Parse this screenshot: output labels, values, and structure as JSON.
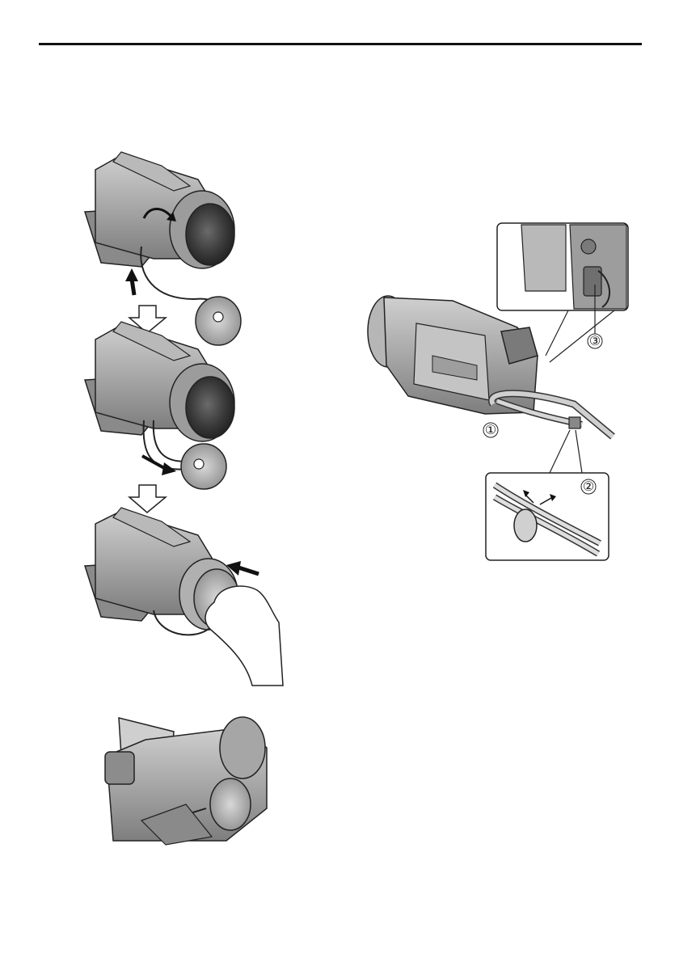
{
  "callouts": {
    "one": "①",
    "two": "②",
    "three": "③"
  },
  "colors": {
    "ink": "#1a1a1a",
    "body_dark": "#7a7a7a",
    "body_mid": "#a9a9a9",
    "body_light": "#d2d2d2",
    "lens": "#3c3c3c",
    "strap": "#8f8f8f"
  }
}
